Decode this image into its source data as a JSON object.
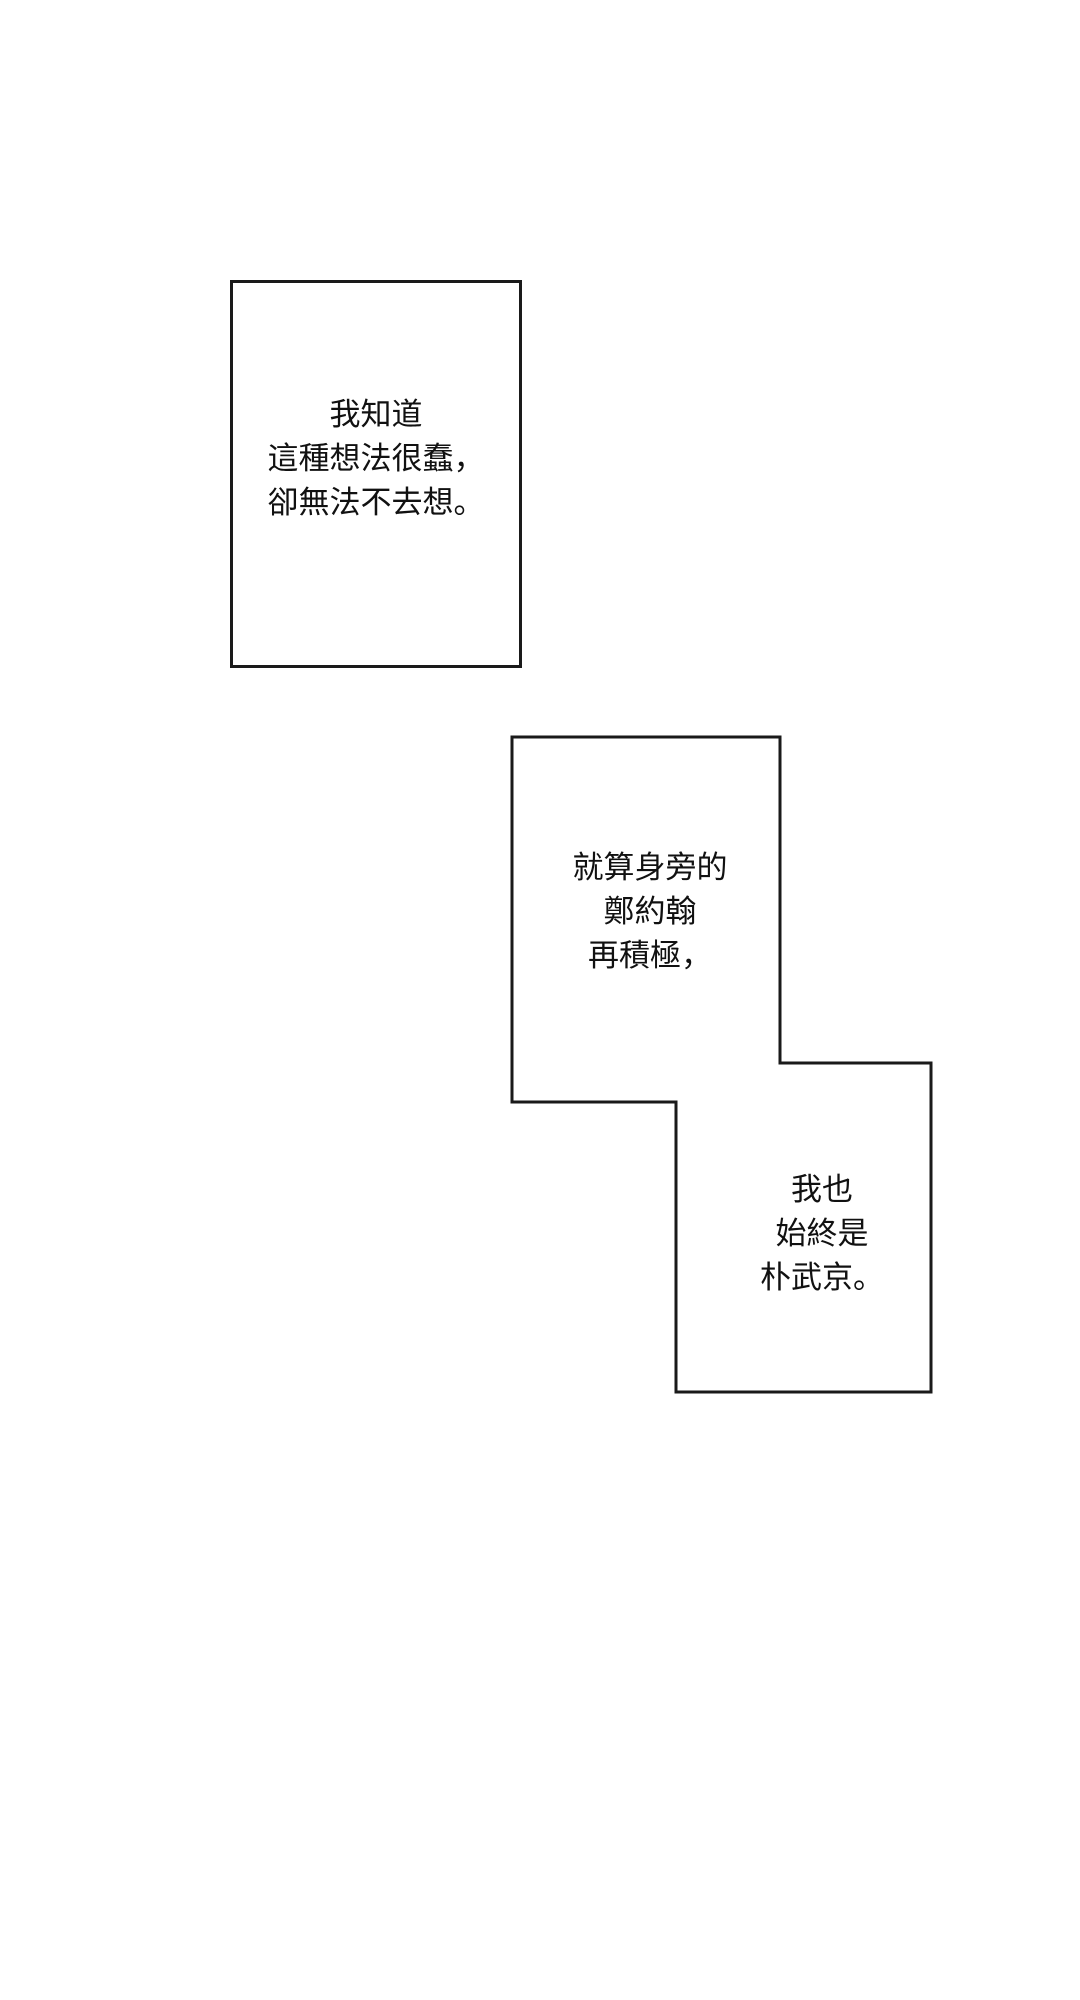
{
  "captions": {
    "first": {
      "line1": "我知道",
      "line2": "這種想法很蠢，",
      "line3": "卻無法不去想。"
    },
    "second": {
      "line1": "就算身旁的",
      "line2": "鄭約翰",
      "line3": "再積極，"
    },
    "third": {
      "line1": "我也",
      "line2": "始終是",
      "line3": "朴武京。"
    }
  },
  "colors": {
    "background": "#ffffff",
    "border": "#1a1a1a",
    "text": "#111111"
  }
}
